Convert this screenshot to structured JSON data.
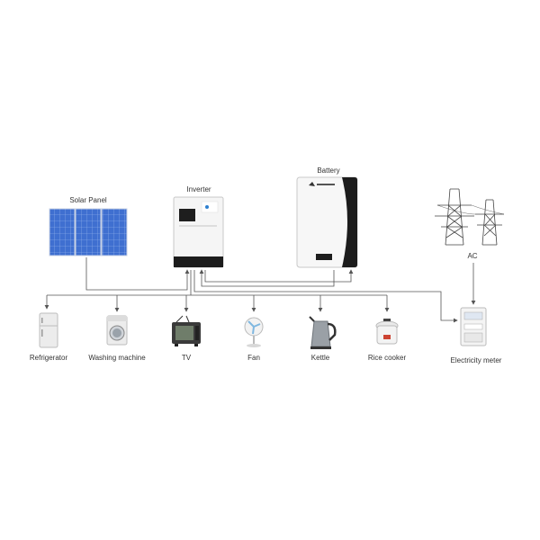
{
  "labels": {
    "solar_panel": "Solar Panel",
    "inverter": "Inverter",
    "battery": "Battery",
    "ac": "AC",
    "electricity_meter": "Electricity meter"
  },
  "appliances": [
    {
      "label": "Refrigerator"
    },
    {
      "label": "Washing machine"
    },
    {
      "label": "TV"
    },
    {
      "label": "Fan"
    },
    {
      "label": "Kettle"
    },
    {
      "label": "Rice cooker"
    }
  ],
  "colors": {
    "line": "#555555",
    "panel_blue": "#3f6fd0",
    "device_white": "#f7f7f7",
    "device_dark": "#1c1c1c"
  }
}
